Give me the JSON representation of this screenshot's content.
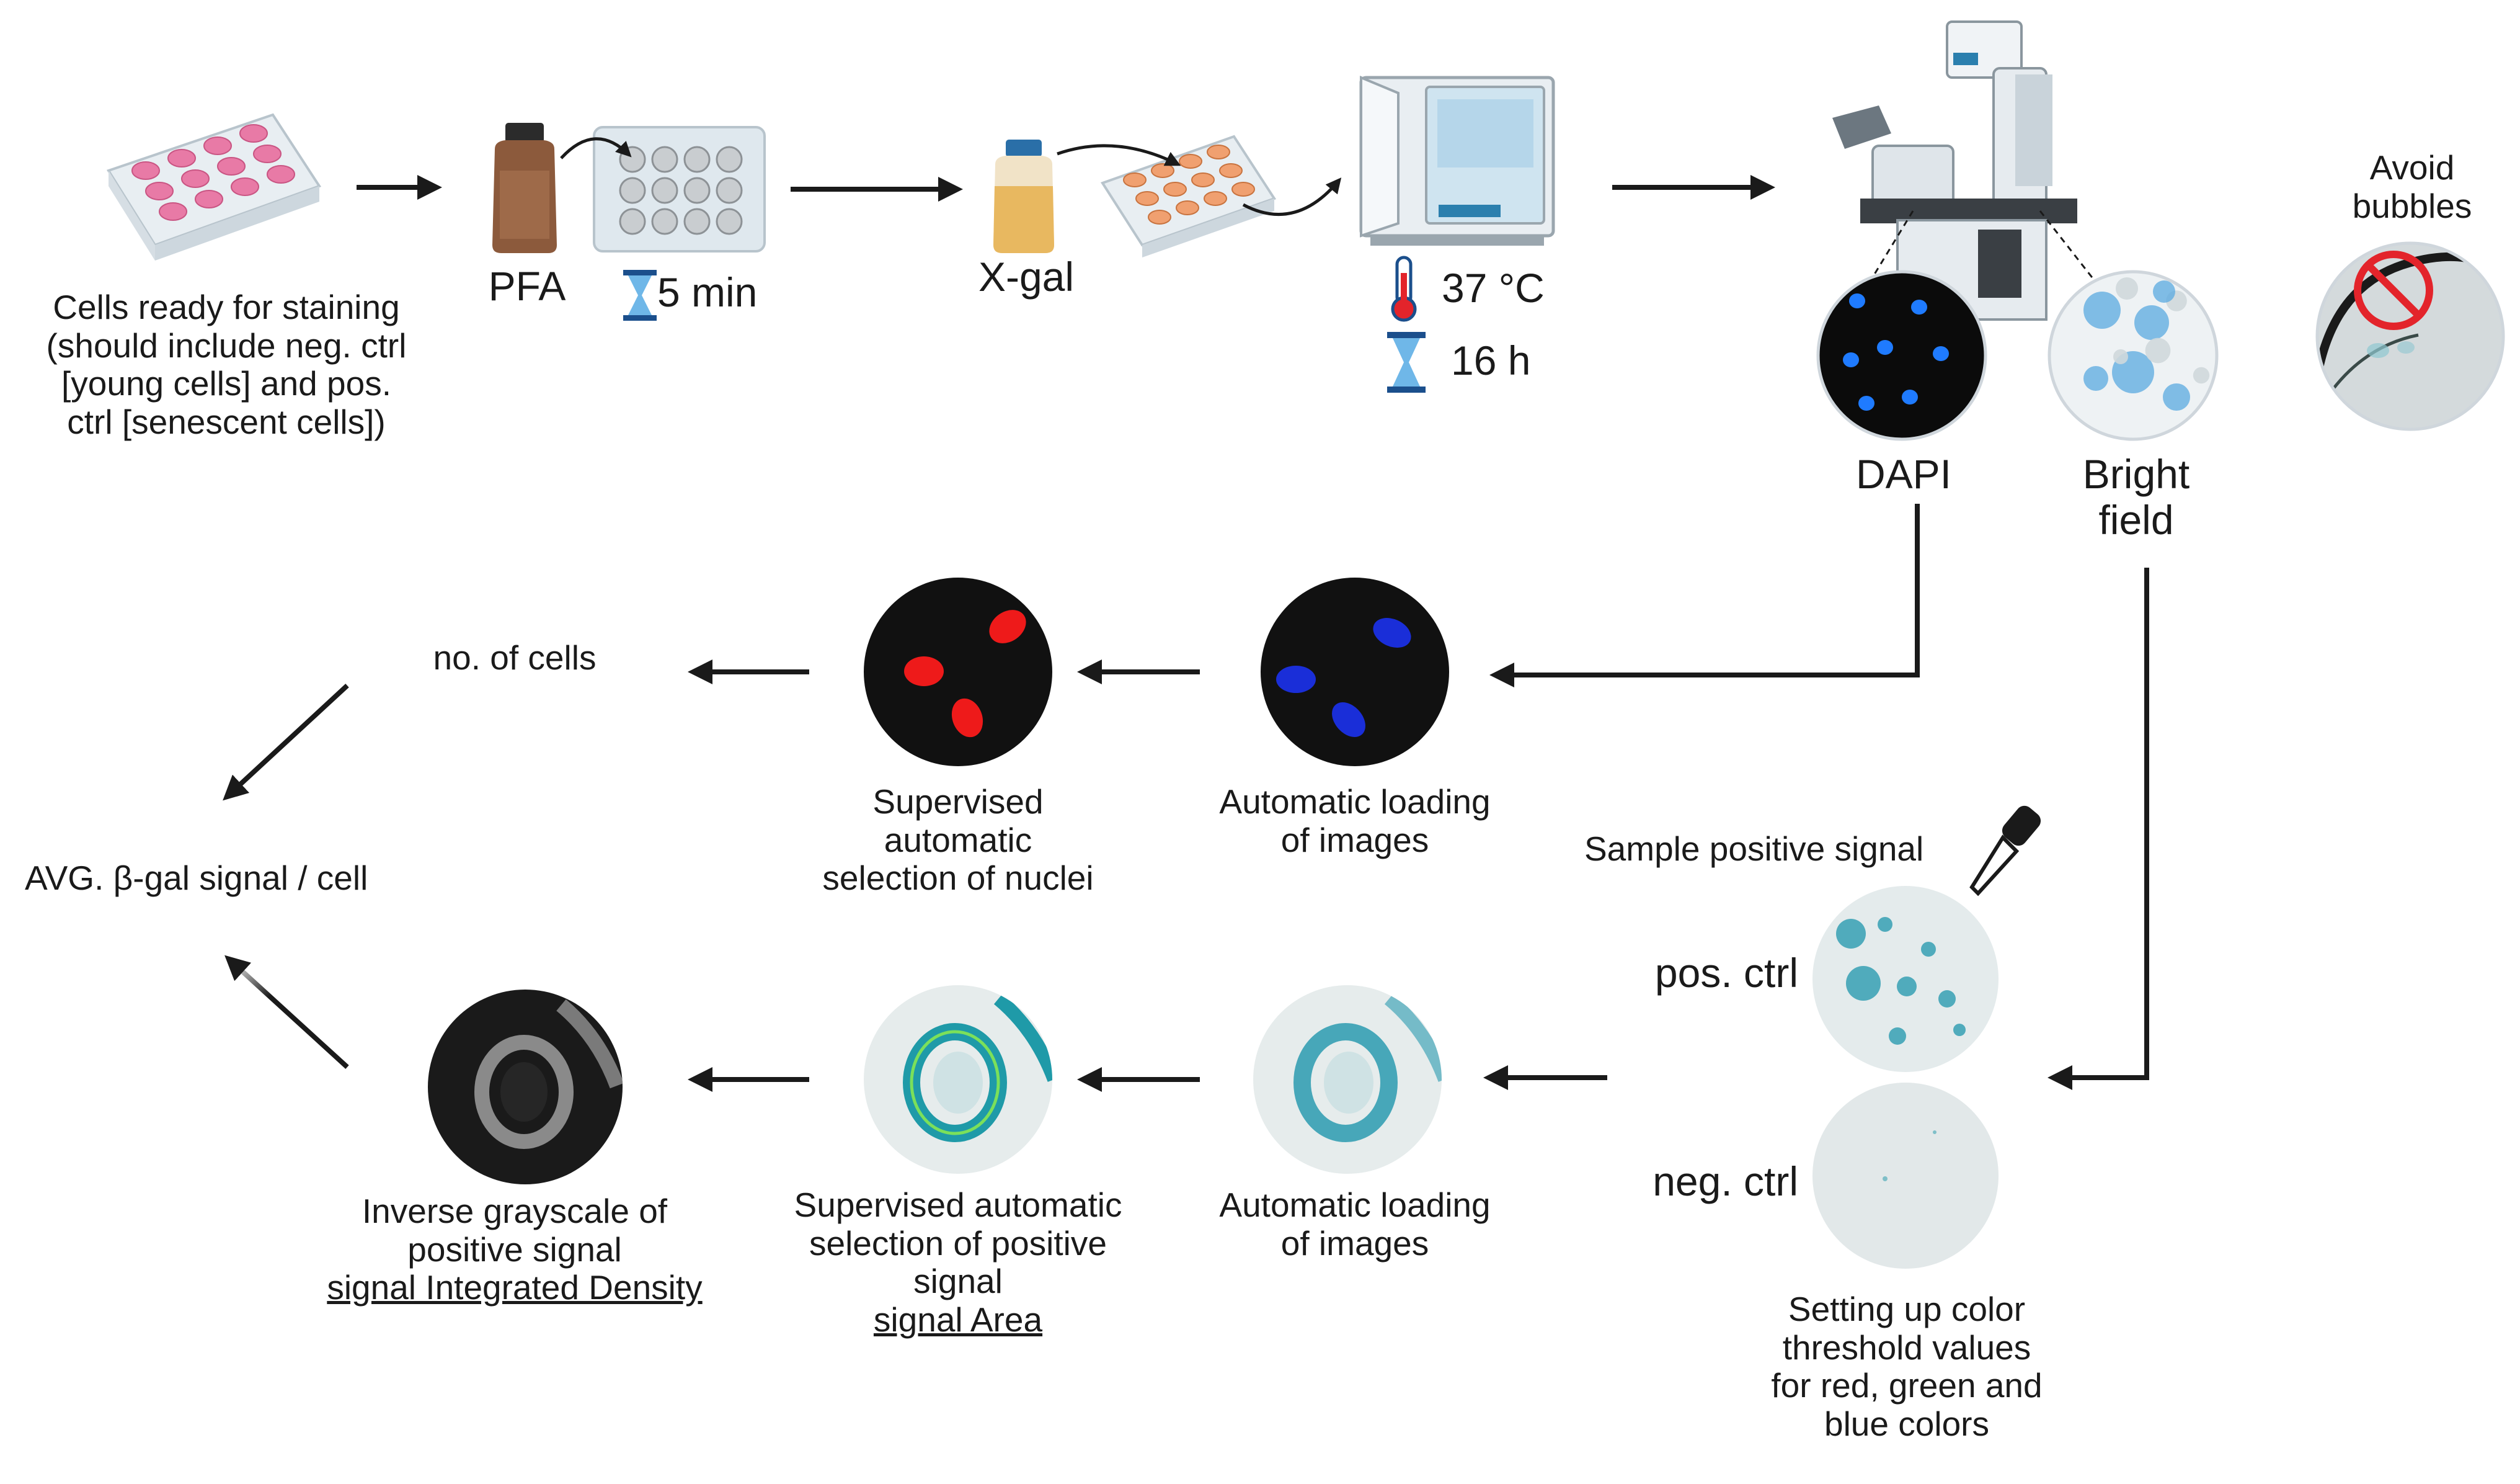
{
  "workflow": {
    "prep": {
      "cells_label": [
        "Cells ready for staining",
        "(should include neg. ctrl",
        "[young cells] and pos.",
        "ctrl [senescent cells])"
      ],
      "pfa_label": "PFA",
      "pfa_time": "5 min",
      "xgal_label": "X-gal",
      "incubation_temp": "37 °C",
      "incubation_time": "16 h"
    },
    "microscopy": {
      "dapi_label": "DAPI",
      "brightfield_label": [
        "Bright",
        "field"
      ],
      "avoid_label": [
        "Avoid",
        "bubbles"
      ]
    },
    "dapi_branch": {
      "count_label": "no. of cells",
      "nuclei_label": [
        "Supervised",
        "automatic",
        "selection of nuclei"
      ],
      "loading_label": [
        "Automatic loading",
        "of images"
      ]
    },
    "result_label": "AVG. β-gal signal / cell",
    "brightfield_branch": {
      "sample_label": "Sample positive signal",
      "pos_label": "pos. ctrl",
      "neg_label": "neg. ctrl",
      "threshold_label": [
        "Setting up color",
        "threshold values",
        "for red, green and",
        "blue colors"
      ],
      "loading_label": [
        "Automatic loading",
        "of images"
      ],
      "selection_label": [
        "Supervised automatic",
        "selection of positive",
        "signal"
      ],
      "selection_metric": "signal Area",
      "grayscale_label": [
        "Inverse grayscale of",
        "positive signal"
      ],
      "grayscale_metric": "signal Integrated Density"
    }
  },
  "colors": {
    "dapi_nuclei": "#1f7bff",
    "selected_nuclei": "#ee1a1a",
    "xgal_stain": "#2a9bb0",
    "plate_wells": "#e87aa6",
    "stained_wells": "#f0a070",
    "arrow": "#1a1a1a"
  }
}
